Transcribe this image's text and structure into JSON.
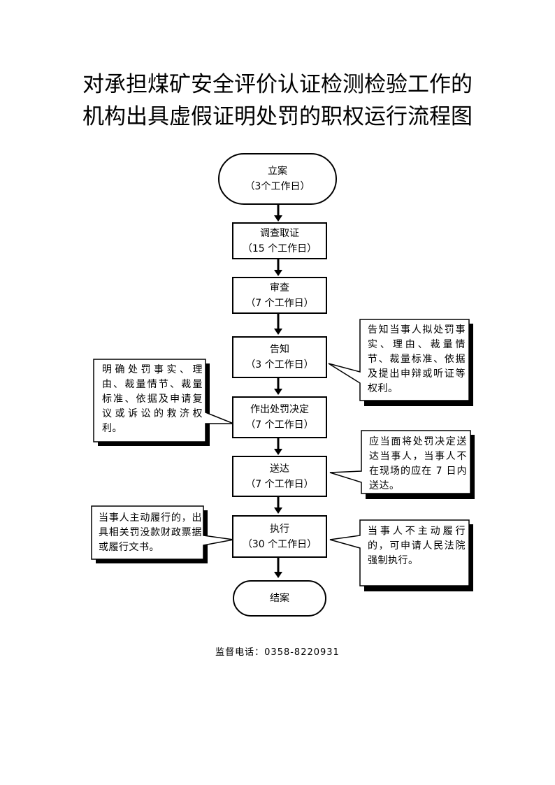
{
  "title": {
    "line1": "对承担煤矿安全评价认证检测检验工作的",
    "line2": "机构出具虚假证明处罚的职权运行流程图"
  },
  "steps": [
    {
      "label": "立案",
      "days": "（3个工作日）"
    },
    {
      "label": "调查取证",
      "days": "（15 个工作日）"
    },
    {
      "label": "审查",
      "days": "（7 个工作日）"
    },
    {
      "label": "告知",
      "days": "（3 个工作日）"
    },
    {
      "label": "作出处罚决定",
      "days": "（7 个工作日）"
    },
    {
      "label": "送达",
      "days": "（7 个工作日）"
    },
    {
      "label": "执行",
      "days": "（30 个工作日）"
    },
    {
      "label": "结案",
      "days": ""
    }
  ],
  "notes": {
    "inform": "告知当事人拟处罚事实、理由、裁量情节、裁量标准、依据及提出申辩或听证等权利。",
    "decision": "明确处罚事实、理由、裁量情节、裁量标准、依据及申请复议或诉讼的救济权利。",
    "deliver": "应当面将处罚决定送达当事人，当事人不在现场的应在 7 日内送达。",
    "voluntary": "当事人主动履行的，出具相关罚没款财政票据或履行文书。",
    "involuntary": "当事人不主动履行的，可申请人民法院强制执行。"
  },
  "footer": "监督电话：0358-8220931"
}
